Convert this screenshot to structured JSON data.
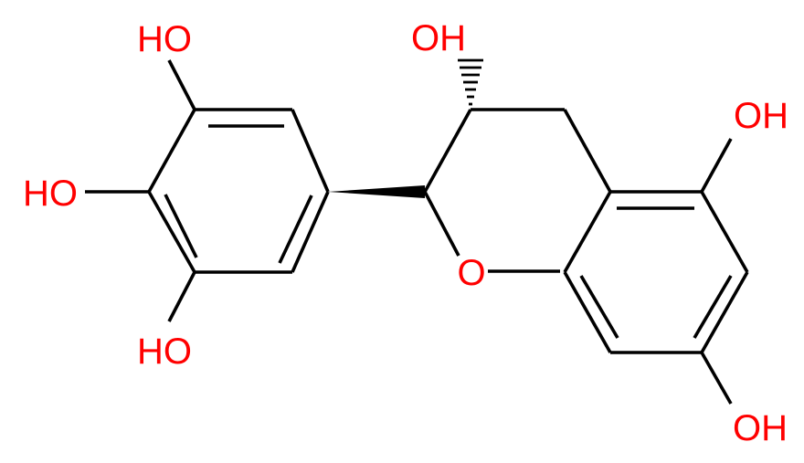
{
  "colors": {
    "background": "#ffffff",
    "bond": "#000000",
    "oxygen": "#ff0000"
  },
  "atoms": {
    "oh_3_prime": "HO",
    "oh_4_prime": "HO",
    "oh_5_prime": "HO",
    "oh_3": "OH",
    "oh_5": "OH",
    "oh_7": "OH",
    "ring_oxygen": "O"
  }
}
